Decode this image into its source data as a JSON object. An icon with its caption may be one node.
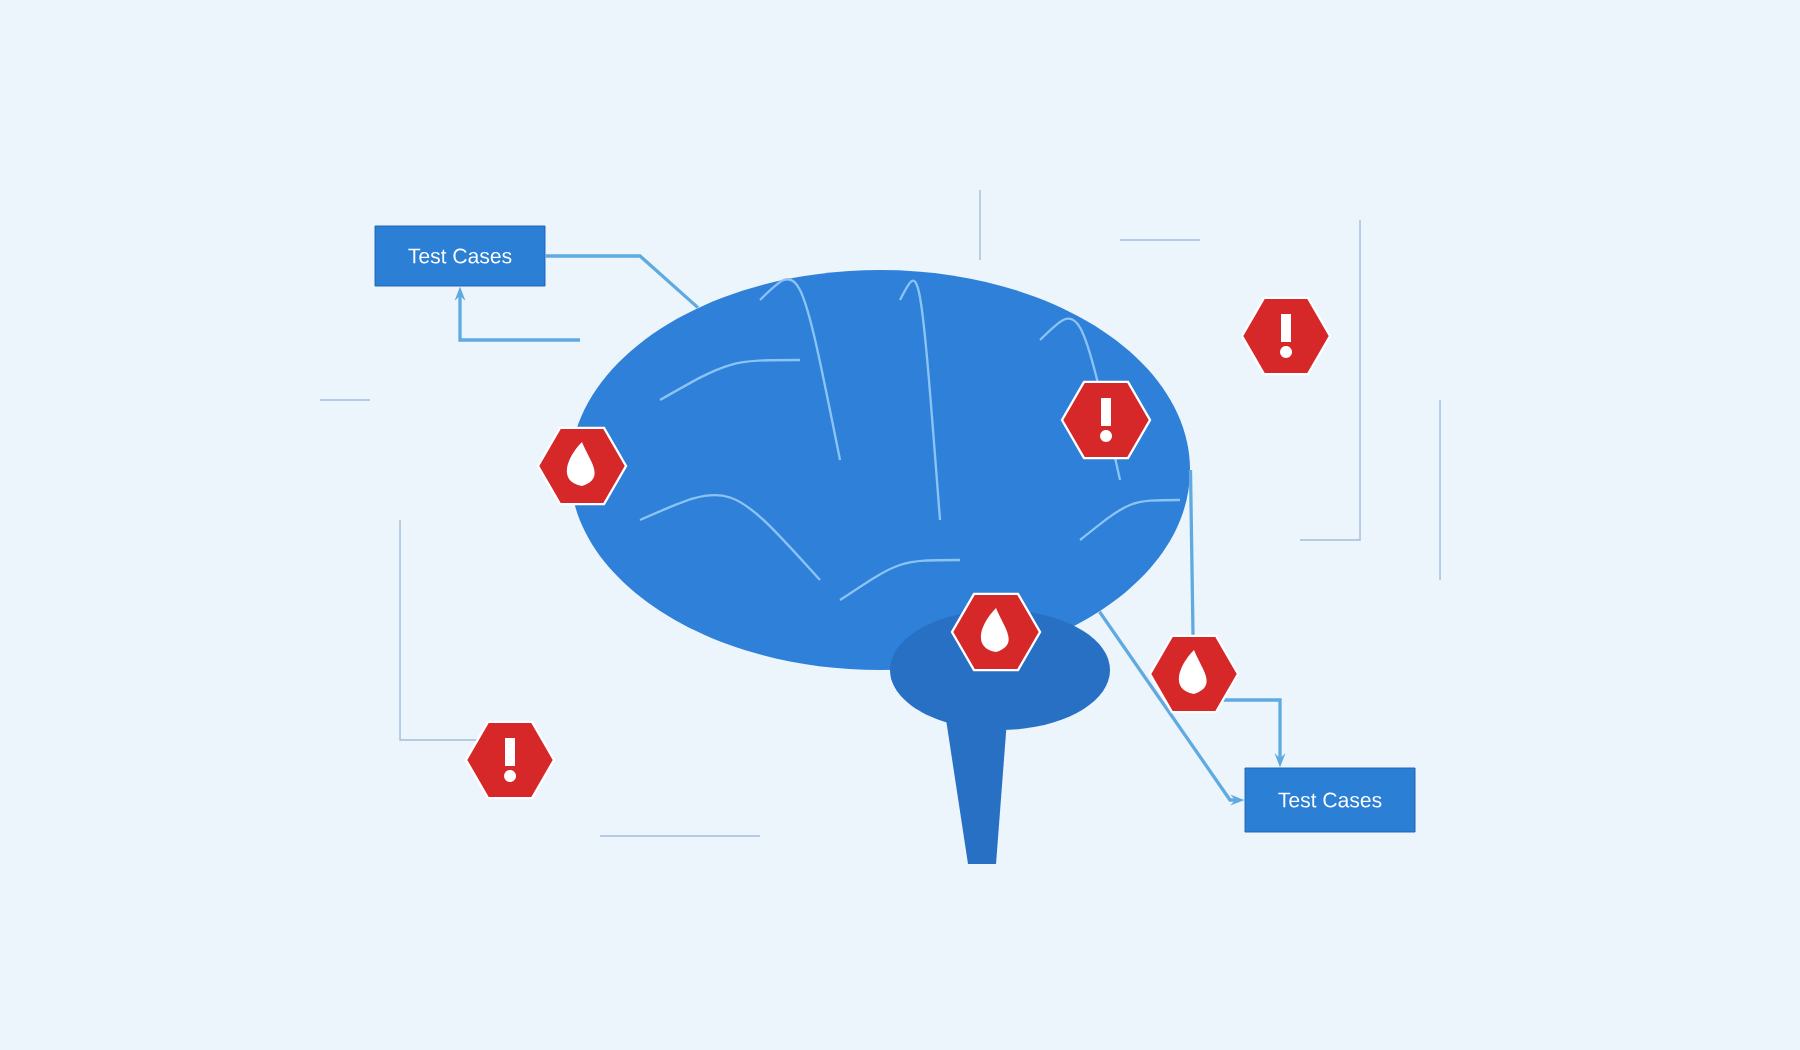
{
  "diagram": {
    "nodes": [
      {
        "text": [
          "Test Cases"
        ]
      },
      {
        "text": [
          "Test Cases"
        ]
      },
      {
        "text": [],
        "shape": "picture"
      }
    ],
    "edges": [
      {
        "from": 0,
        "to": 2,
        "arrow": "none"
      },
      {
        "from": null,
        "to": 0,
        "arrow": "to"
      },
      {
        "from": 2,
        "to": 1,
        "arrow": "to"
      },
      {
        "from": 2,
        "to": 1,
        "arrow": "to"
      }
    ]
  }
}
